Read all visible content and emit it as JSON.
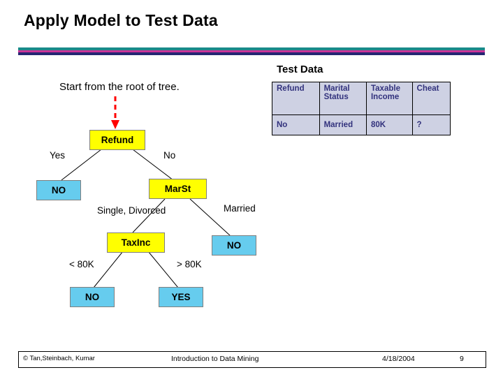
{
  "slide": {
    "title": "Apply Model to Test Data",
    "start_text": "Start from the root of tree."
  },
  "colors": {
    "rule_teal": "#1a8a8a",
    "rule_magenta": "#cc3399",
    "rule_navy": "#262673",
    "node_yellow": "#ffff00",
    "node_blue": "#66ccee",
    "table_fill": "#ced1e3",
    "table_text": "#32327d",
    "arrow_red": "#ff0000"
  },
  "test_data": {
    "label": "Test Data",
    "columns": [
      "Refund",
      "Marital Status",
      "Taxable Income",
      "Cheat"
    ],
    "columns_wrapped": [
      [
        "Refund"
      ],
      [
        "Marital",
        "Status"
      ],
      [
        "Taxable",
        "Income"
      ],
      [
        "Cheat"
      ]
    ],
    "row": [
      "No",
      "Married",
      "80K",
      "?"
    ]
  },
  "tree": {
    "nodes": [
      {
        "id": "refund",
        "label": "Refund",
        "kind": "decision"
      },
      {
        "id": "no1",
        "label": "NO",
        "kind": "leaf"
      },
      {
        "id": "marst",
        "label": "MarSt",
        "kind": "decision"
      },
      {
        "id": "taxinc",
        "label": "TaxInc",
        "kind": "decision"
      },
      {
        "id": "no2",
        "label": "NO",
        "kind": "leaf"
      },
      {
        "id": "no3",
        "label": "NO",
        "kind": "leaf"
      },
      {
        "id": "yes1",
        "label": "YES",
        "kind": "leaf"
      }
    ],
    "edge_labels": [
      {
        "id": "refund-yes",
        "label": "Yes"
      },
      {
        "id": "refund-no",
        "label": "No"
      },
      {
        "id": "marst-single-divorced",
        "label": "Single, Divorced"
      },
      {
        "id": "marst-married",
        "label": "Married"
      },
      {
        "id": "taxinc-lt80k",
        "label": "< 80K"
      },
      {
        "id": "taxinc-gt80k",
        "label": "> 80K"
      }
    ]
  },
  "footer": {
    "copyright": "© Tan,Steinbach, Kumar",
    "center": "Introduction to Data Mining",
    "date": "4/18/2004",
    "page": "9"
  }
}
